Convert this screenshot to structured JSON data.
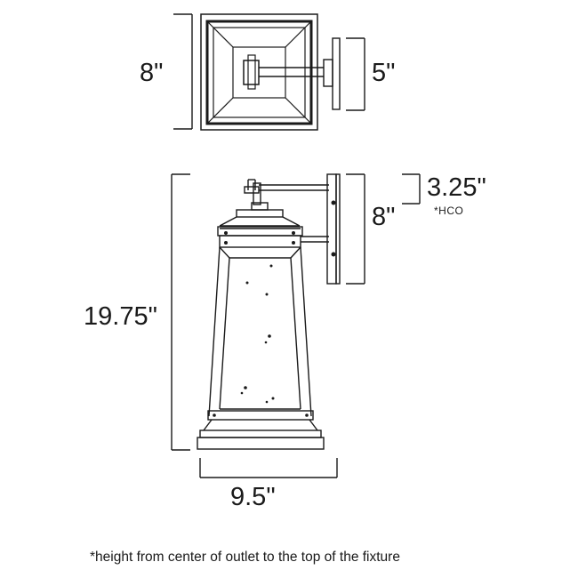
{
  "dimensions": {
    "top_view_height": "8\"",
    "backplate_height": "5\"",
    "fixture_height": "19.75\"",
    "hco_value": "3.25\"",
    "hco_note": "*HCO",
    "side_backplate_height": "8\"",
    "width": "9.5\""
  },
  "footnote": "*height from center of outlet to the top of the fixture",
  "colors": {
    "line": "#1a1a1a",
    "background": "#ffffff"
  }
}
